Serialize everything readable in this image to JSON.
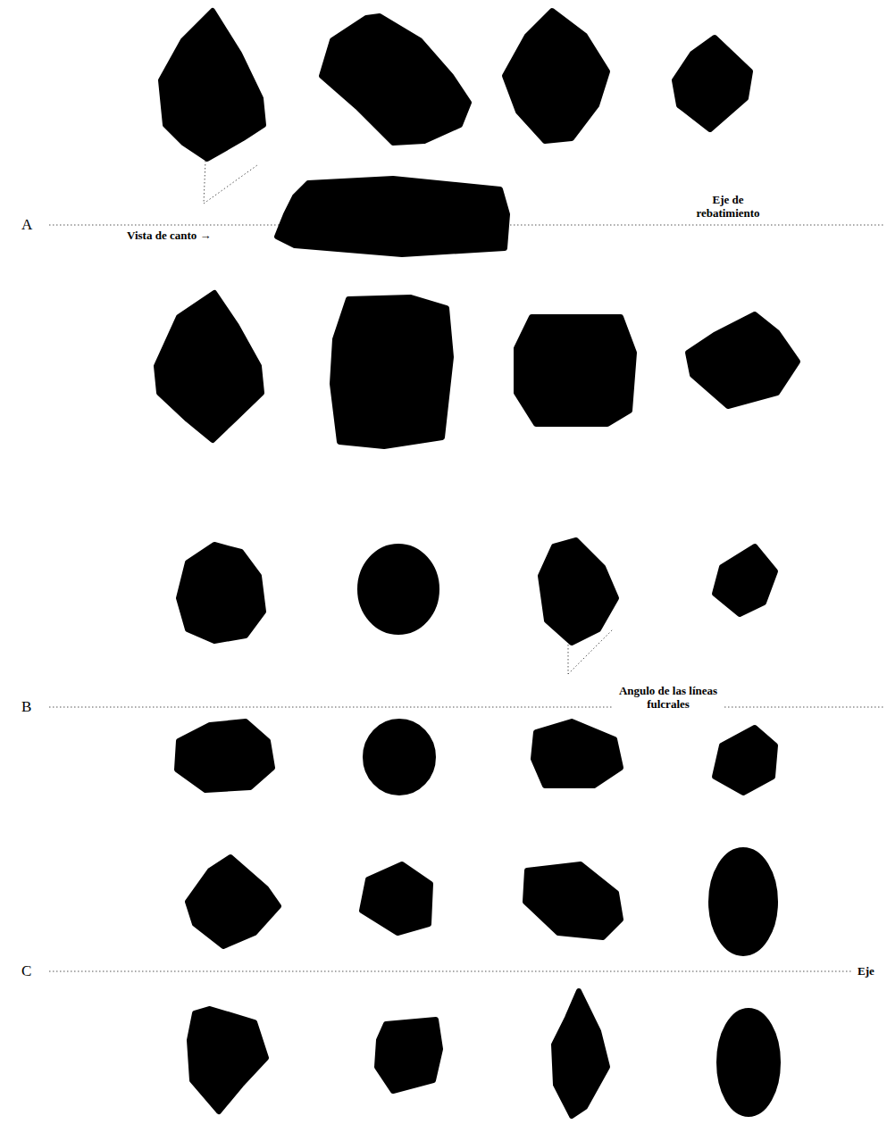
{
  "diagram": {
    "labels": [
      "A",
      "Vista de canto →",
      "Eje de rebatimiento",
      "B",
      "Angulo de las líneas fulcrales",
      "C",
      "Eje"
    ]
  }
}
